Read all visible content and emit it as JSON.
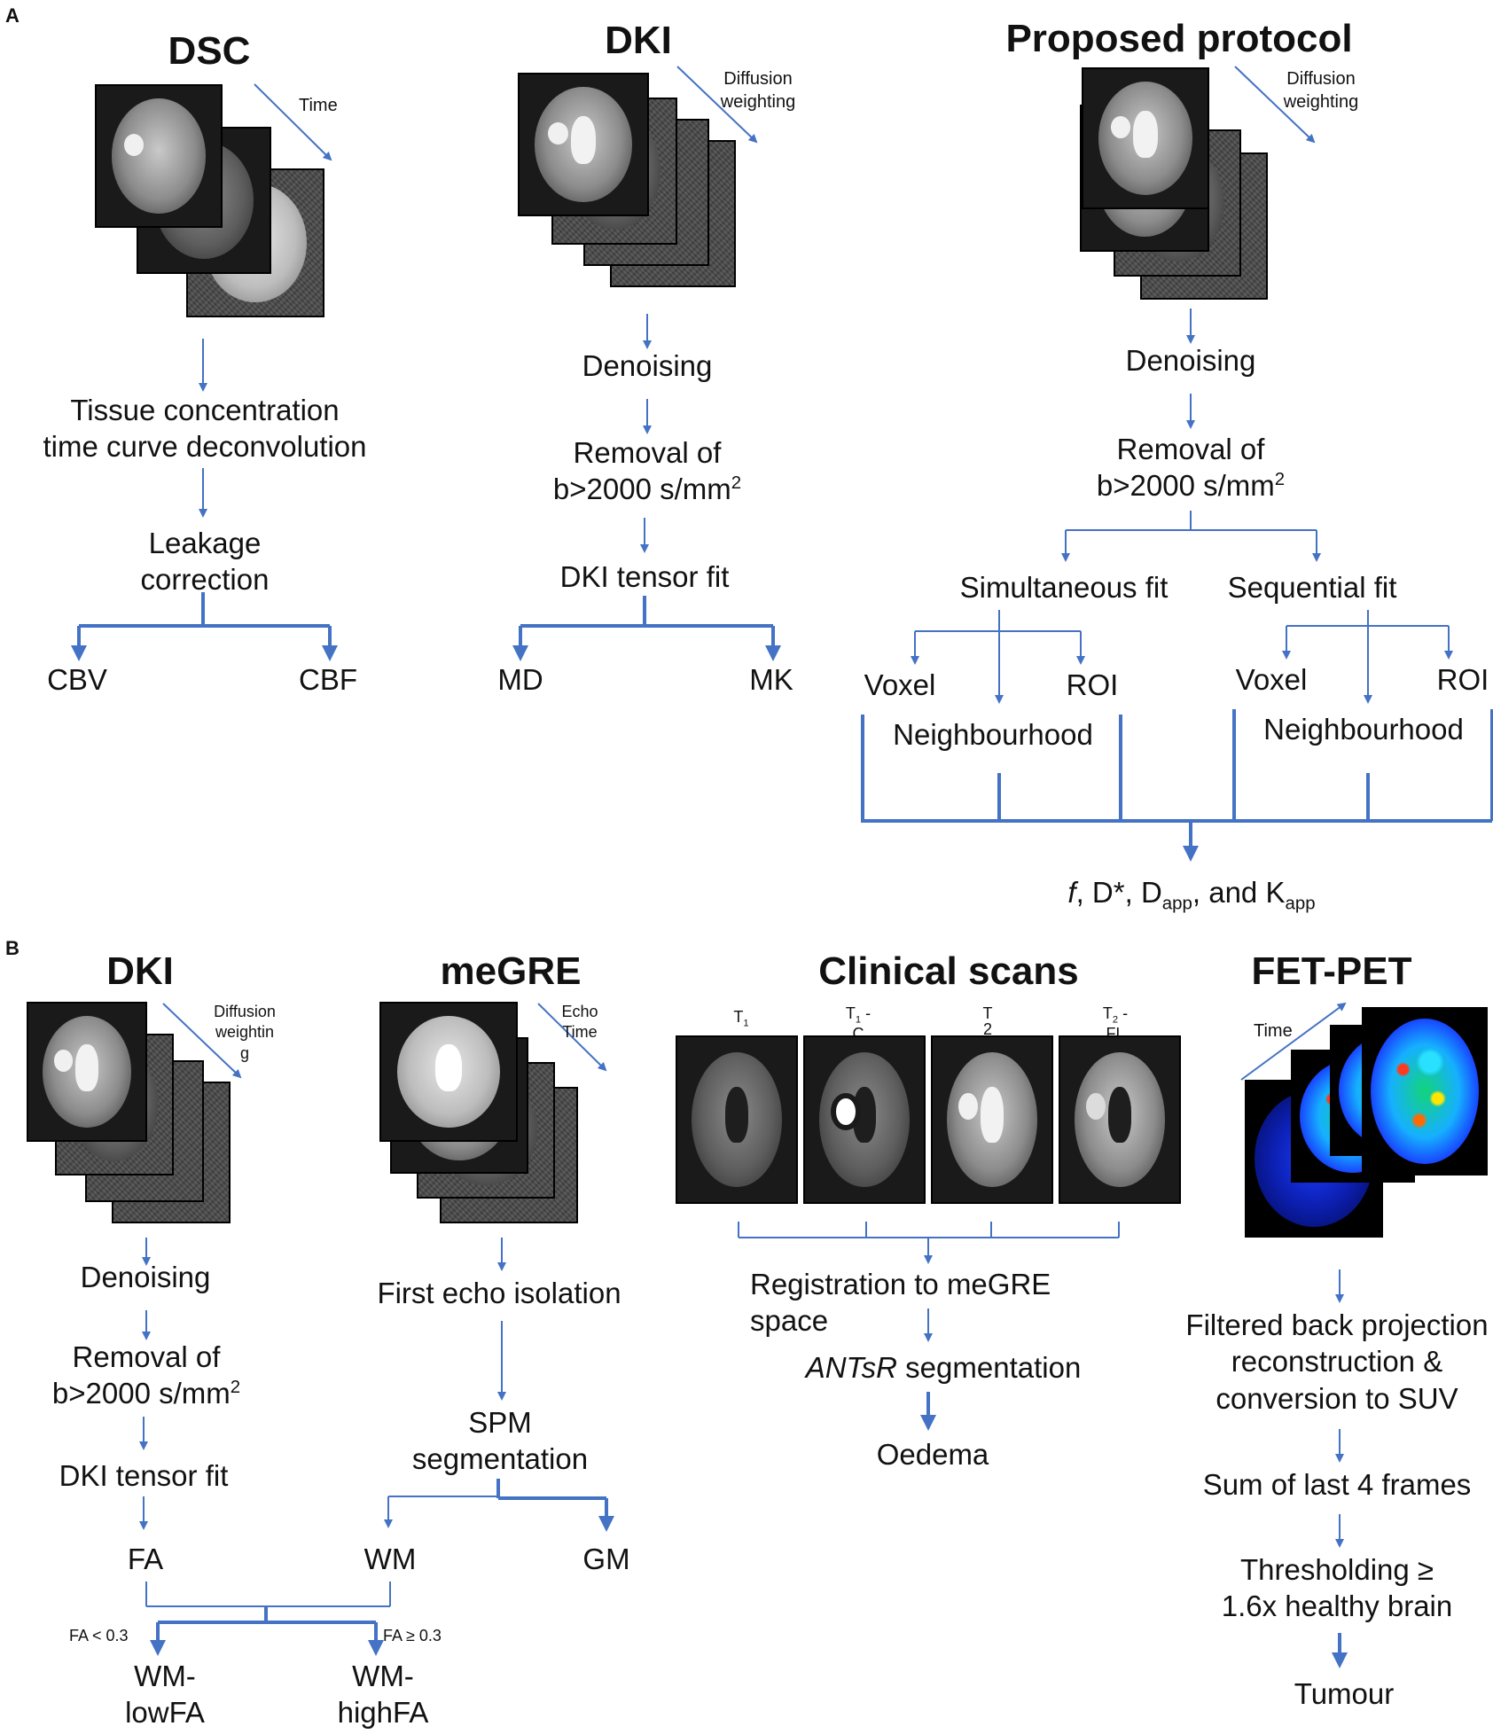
{
  "panel_a": {
    "letter": "A",
    "dsc": {
      "title": "DSC",
      "arrow_label": "Time",
      "step1_line1": "Tissue concentration",
      "step1_line2": "time curve deconvolution",
      "step2_line1": "Leakage",
      "step2_line2": "correction",
      "out_left": "CBV",
      "out_right": "CBF"
    },
    "dki": {
      "title": "DKI",
      "arrow_label_line1": "Diffusion",
      "arrow_label_line2": "weighting",
      "step1": "Denoising",
      "step2_line1": "Removal of",
      "step2_line2": "b>2000 s/mm",
      "step2_sup": "2",
      "step3": "DKI tensor fit",
      "out_left": "MD",
      "out_right": "MK"
    },
    "proposed": {
      "title": "Proposed protocol",
      "arrow_label_line1": "Diffusion",
      "arrow_label_line2": "weighting",
      "step1": "Denoising",
      "step2_line1": "Removal of",
      "step2_line2": "b>2000 s/mm",
      "step2_sup": "2",
      "branch_left": "Simultaneous fit",
      "branch_right": "Sequential fit",
      "voxel": "Voxel",
      "roi": "ROI",
      "neighbourhood": "Neighbourhood",
      "result_f": "f",
      "result_rest1": ", D*, D",
      "result_sub1": "app",
      "result_rest2": ", and K",
      "result_sub2": "app"
    }
  },
  "panel_b": {
    "letter": "B",
    "dki": {
      "title": "DKI",
      "arrow_label_line1": "Diffusion",
      "arrow_label_line2": "weightin",
      "arrow_label_line3": "g",
      "step1": "Denoising",
      "step2_line1": "Removal of",
      "step2_line2": "b>2000 s/mm",
      "step2_sup": "2",
      "step3": "DKI tensor fit",
      "out": "FA"
    },
    "megre": {
      "title": "meGRE",
      "arrow_label_line1": "Echo",
      "arrow_label_line2": "Time",
      "step1": "First echo isolation",
      "step2_line1": "SPM",
      "step2_line2": "segmentation",
      "out_wm": "WM",
      "out_gm": "GM"
    },
    "combine": {
      "thresh_low": "FA < 0.3",
      "thresh_high": "FA ≥ 0.3",
      "out_low_line1": "WM-",
      "out_low_line2": "lowFA",
      "out_high_line1": "WM-",
      "out_high_line2": "highFA"
    },
    "clinical": {
      "title": "Clinical scans",
      "scan1_base": "T",
      "scan1_sub": "1",
      "scan2_base": "T",
      "scan2_sub": "1",
      "scan2_suffix": " -",
      "scan2_line2": "C",
      "scan3_base": "T",
      "scan3_line2": "2",
      "scan4_base": "T",
      "scan4_sub": "2",
      "scan4_suffix": " -",
      "scan4_line2": "FL",
      "step1_line1": "Registration to meGRE",
      "step1_line2": "space",
      "step2_italic": "ANTsR",
      "step2_rest": " segmentation",
      "out": "Oedema"
    },
    "fetpet": {
      "title": "FET-PET",
      "arrow_label": "Time",
      "step1_line1": "Filtered back projection",
      "step1_line2": "reconstruction &",
      "step1_line3": "conversion to SUV",
      "step2": "Sum of last 4 frames",
      "step3_line1": "Thresholding ≥",
      "step3_line2": "1.6x healthy brain",
      "out": "Tumour"
    }
  },
  "colors": {
    "thin_arrow": "#4472C4",
    "thick_arrow": "#4472C4",
    "text": "#111111"
  }
}
